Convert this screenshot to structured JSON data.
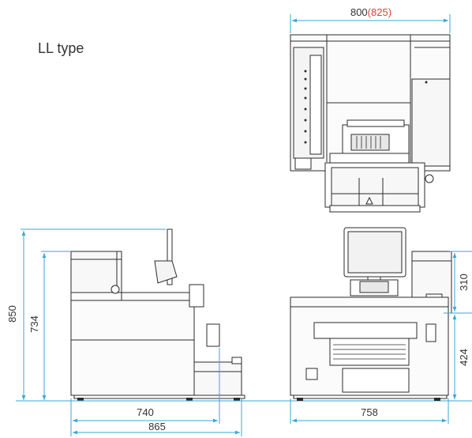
{
  "title": "LL type",
  "colors": {
    "dimension": "#3aa6d9",
    "highlight": "#e0403a",
    "outline": "#2b2b2b",
    "fill": "#f2f2f2"
  },
  "dimensions": {
    "top_width": "800",
    "top_width_alt": "(825)",
    "side_height_total": "850",
    "side_height_inner": "734",
    "side_depth_inner": "740",
    "side_depth_total": "865",
    "front_width": "758",
    "front_upper_height": "310",
    "front_lower_height": "424"
  }
}
